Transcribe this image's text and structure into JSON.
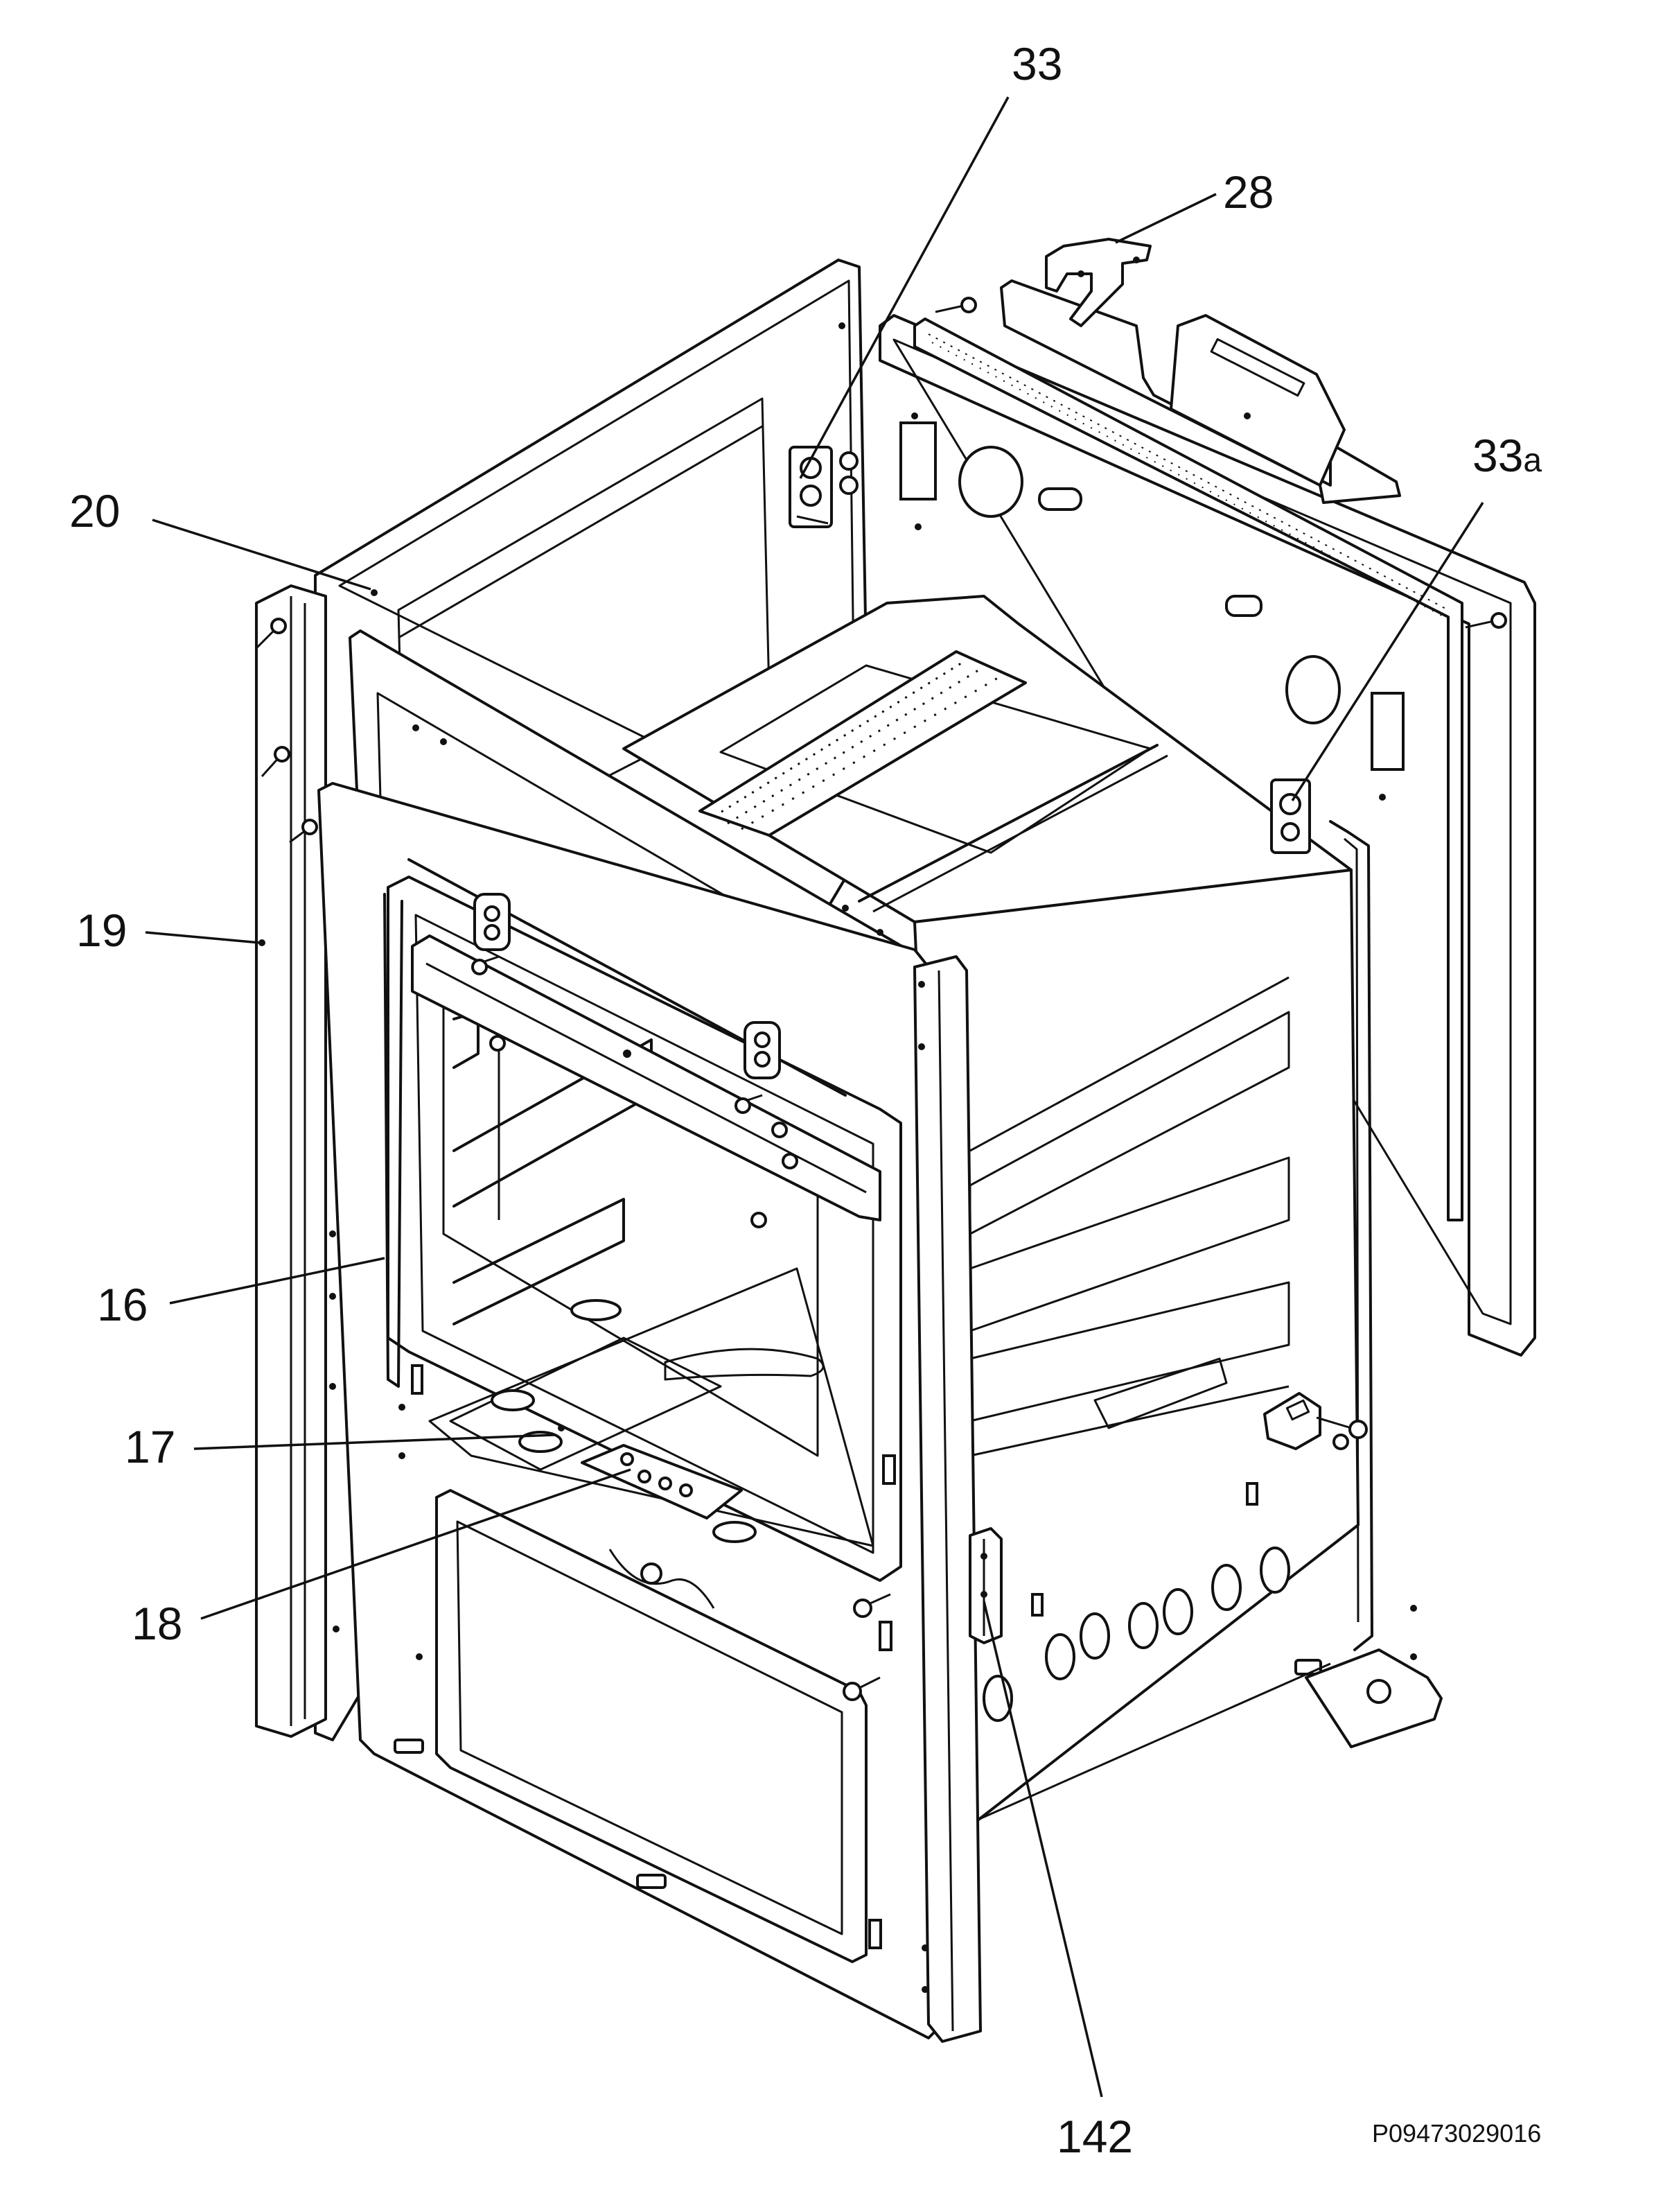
{
  "diagram": {
    "document_code": "P09473029016",
    "callouts": [
      {
        "id": "33",
        "label": "33"
      },
      {
        "id": "28",
        "label": "28"
      },
      {
        "id": "33a",
        "label": "33",
        "suffix": "a"
      },
      {
        "id": "20",
        "label": "20"
      },
      {
        "id": "19",
        "label": "19"
      },
      {
        "id": "16",
        "label": "16"
      },
      {
        "id": "17",
        "label": "17"
      },
      {
        "id": "18",
        "label": "18"
      },
      {
        "id": "142",
        "label": "142"
      }
    ]
  }
}
